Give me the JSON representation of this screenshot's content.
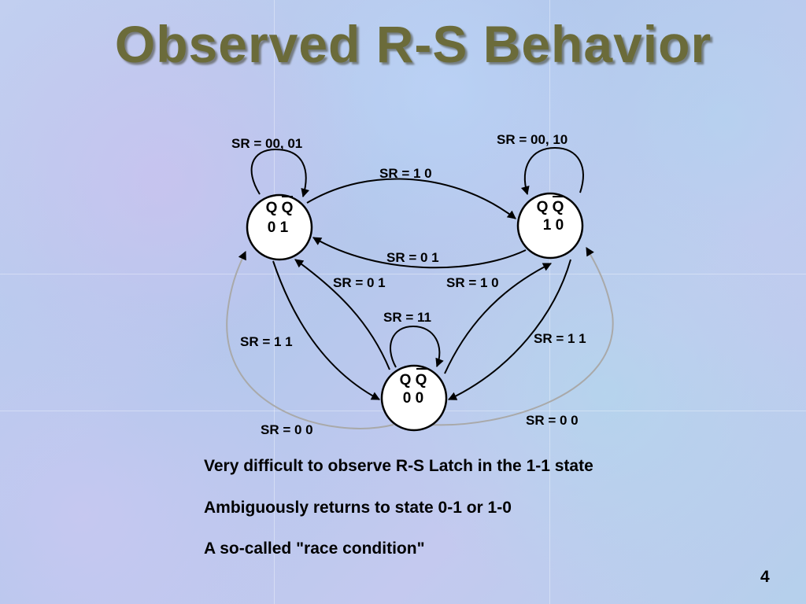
{
  "slide": {
    "title": "Observed R-S Behavior",
    "page_number": "4"
  },
  "diagram": {
    "states": [
      {
        "id": "s01",
        "header": "Q Q",
        "value": "0 1"
      },
      {
        "id": "s10",
        "header": "Q Q",
        "value": "1 0"
      },
      {
        "id": "s00",
        "header": "Q Q",
        "value": "0 0"
      }
    ],
    "transitions": [
      {
        "from": "s01",
        "to": "s01",
        "label": "SR = 00, 01"
      },
      {
        "from": "s10",
        "to": "s10",
        "label": "SR = 00, 10"
      },
      {
        "from": "s01",
        "to": "s10",
        "label": "SR = 1 0"
      },
      {
        "from": "s10",
        "to": "s01",
        "label": "SR = 0 1"
      },
      {
        "from": "s00",
        "to": "s01",
        "label": "SR = 0 1"
      },
      {
        "from": "s00",
        "to": "s10",
        "label": "SR = 1 0"
      },
      {
        "from": "s00",
        "to": "s00",
        "label": "SR = 11"
      },
      {
        "from": "s01",
        "to": "s00",
        "label": "SR = 1 1"
      },
      {
        "from": "s10",
        "to": "s00",
        "label": "SR = 1 1"
      },
      {
        "from": "s00",
        "to": "s01",
        "label": "SR = 0 0"
      },
      {
        "from": "s00",
        "to": "s10",
        "label": "SR = 0 0"
      }
    ]
  },
  "notes": [
    "Very difficult to observe R-S Latch in the 1-1 state",
    "Ambiguously returns to state 0-1 or 1-0",
    "A so-called \"race condition\""
  ]
}
